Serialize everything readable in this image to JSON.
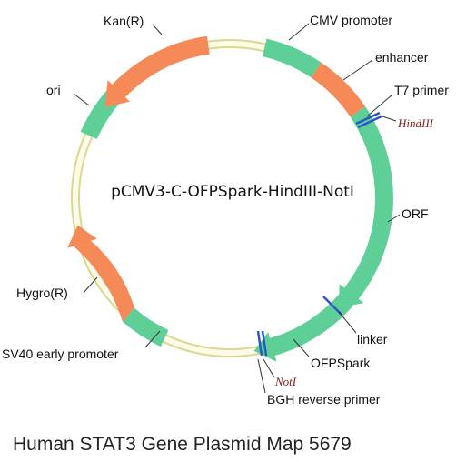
{
  "plasmid": {
    "name": "pCMV3-C-OFPSpark-HindIII-NotI",
    "caption": "Human STAT3 Gene Plasmid Map 5679"
  },
  "colors": {
    "backbone_outer": "#d8d890",
    "backbone_inner": "#fffbe8",
    "green_feature": "#5fcf98",
    "orange_feature": "#f58a58",
    "site_marker": "#2b56c8",
    "site_text": "#8b1a1a"
  },
  "features": {
    "cmv_promoter": "CMV promoter",
    "enhancer": "enhancer",
    "t7_primer": "T7 primer",
    "orf": "ORF",
    "linker": "linker",
    "ofpspark": "OFPSpark",
    "bgh_reverse_primer": "BGH reverse primer",
    "sv40_early_promoter": "SV40 early promoter",
    "hygro": "Hygro(R)",
    "ori": "ori",
    "kan": "Kan(R)"
  },
  "sites": {
    "hindiii": "HindIII",
    "noti": "NotI"
  }
}
